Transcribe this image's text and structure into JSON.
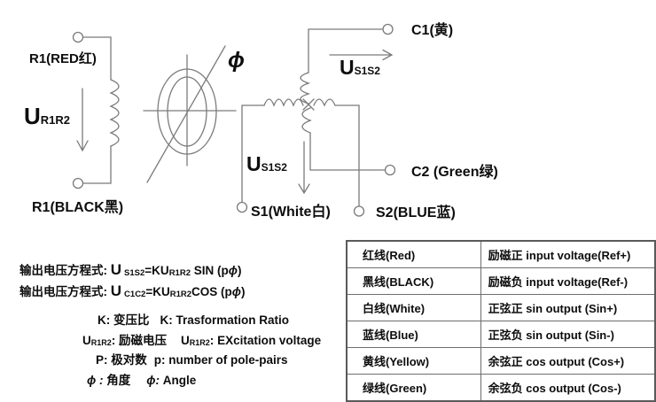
{
  "colors": {
    "background": "#ffffff",
    "line": "#7b7b7b",
    "text": "#0d0d0d",
    "table_border": "#6e6e6e"
  },
  "diagram": {
    "excitation": {
      "top_terminal": "R1(RED红)",
      "bottom_terminal": "R1(BLACK黑)",
      "voltage_u": "U",
      "voltage_sub": "R1R2"
    },
    "rotor": {
      "flux_symbol": "ϕ"
    },
    "output": {
      "c1_label": "C1(黄)",
      "c2_label": "C2 (Green绿)",
      "s1_label": "S1(White白)",
      "s2_label": "S2(BLUE蓝)",
      "voltage_u": "U",
      "voltage_sub": "S1S2"
    }
  },
  "equations": [
    {
      "label": "输出电压方程式:",
      "u": "U",
      "u_sub": "S1S2",
      "mid": "=KU",
      "mid_sub": "R1R2",
      "fn": " SIN (p",
      "phi": "ϕ",
      "close": ")"
    },
    {
      "label": "输出电压方程式:",
      "u": "U",
      "u_sub": "C1C2",
      "mid": "=KU",
      "mid_sub": "R1R2",
      "fn": "COS (p",
      "phi": "ϕ",
      "close": ")"
    }
  ],
  "definitions": [
    {
      "cn_sym": "K:",
      "cn_sub": "",
      "cn_colon": "",
      "cn": "变压比",
      "en_sym": "K:",
      "en_sub": "",
      "en_colon": "",
      "en": "Trasformation Ratio"
    },
    {
      "cn_sym": "U",
      "cn_sub": "R1R2",
      "cn_colon": ":",
      "cn": "励磁电压",
      "en_sym": "U",
      "en_sub": "R1R2",
      "en_colon": ":",
      "en": "EXcitation voltage"
    },
    {
      "cn_sym": "P:",
      "cn_sub": "",
      "cn_colon": "",
      "cn": "极对数",
      "en_sym": "p:",
      "en_sub": "",
      "en_colon": "",
      "en": "number of pole-pairs"
    },
    {
      "cn_sym": "ϕ :",
      "cn_sub": "",
      "cn_colon": "",
      "cn": "角度",
      "en_sym": "ϕ:",
      "en_sub": "",
      "en_colon": "",
      "en": "Angle"
    }
  ],
  "wire_table": {
    "rows": [
      {
        "wire": "红线(Red)",
        "function": "励磁正 input voltage(Ref+)"
      },
      {
        "wire": "黑线(BLACK)",
        "function": "励磁负 input voltage(Ref-)"
      },
      {
        "wire": "白线(White)",
        "function": "正弦正 sin output (Sin+)"
      },
      {
        "wire": "蓝线(Blue)",
        "function": "正弦负 sin output (Sin-)"
      },
      {
        "wire": "黄线(Yellow)",
        "function": "余弦正 cos output (Cos+)"
      },
      {
        "wire": "绿线(Green)",
        "function": "余弦负 cos output (Cos-)"
      }
    ]
  }
}
